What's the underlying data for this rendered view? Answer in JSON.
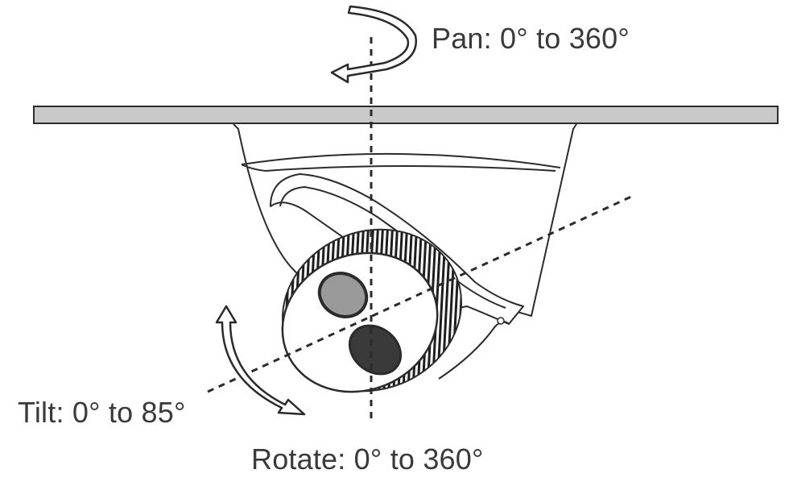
{
  "labels": {
    "pan": "Pan: 0° to 360°",
    "tilt": "Tilt: 0° to 85°",
    "rotate": "Rotate: 0° to 360°"
  },
  "colors": {
    "stroke": "#2b2b2b",
    "ceiling_fill": "#c9c9c9",
    "lens_ring": "#888888",
    "lens_fill": "#3a3a3a",
    "sensor_fill": "#9a9a9a",
    "text": "#3a3a3a"
  }
}
